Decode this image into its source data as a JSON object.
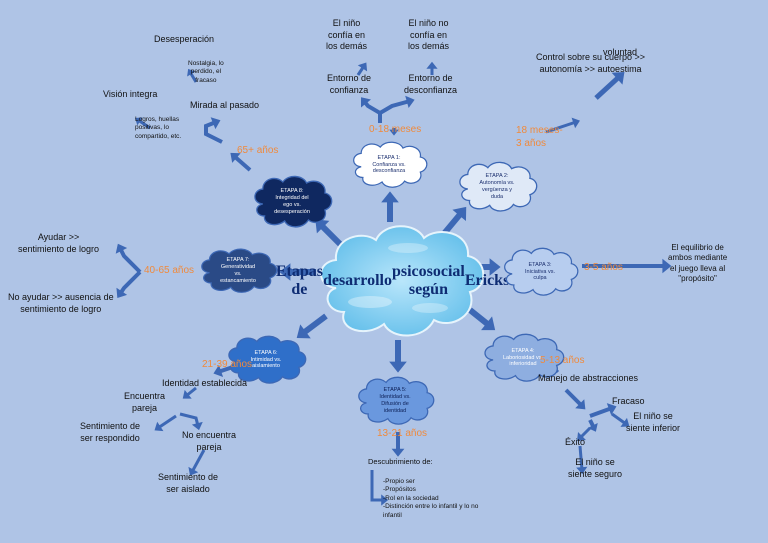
{
  "central": {
    "lines": [
      "Etapas de",
      "desarrollo",
      "psicosocial según",
      "Erickson"
    ]
  },
  "stages": [
    {
      "title": "ETAPA 1:",
      "lines": [
        "Confianza vs.",
        "desconfianza"
      ],
      "age": "0-18 meses",
      "fill": "#ffffff",
      "text_color": "#1b2f6e"
    },
    {
      "title": "ETAPA 2:",
      "lines": [
        "Autonomía vs.",
        "vergüenza y",
        "duda"
      ],
      "age": "18 meses-3 años",
      "fill": "#dfe9f7",
      "text_color": "#1b2f6e"
    },
    {
      "title": "ETAPA 3:",
      "lines": [
        "Iniciativa vs.",
        "culpa"
      ],
      "age": "3-5 años",
      "fill": "#b7cdef",
      "text_color": "#1b2f6e"
    },
    {
      "title": "ETAPA 4:",
      "lines": [
        "Laboriosidad vs.",
        "inferioridad"
      ],
      "age": "5-13 años",
      "fill": "#8eaee0",
      "text_color": "#ffffff"
    },
    {
      "title": "ETAPA 5:",
      "lines": [
        "Identidad vs.",
        "Difusión de",
        "identidad"
      ],
      "age": "13-21 años",
      "fill": "#6a98de",
      "text_color": "#0c1e55"
    },
    {
      "title": "ETAPA 6:",
      "lines": [
        "Intimidad vs.",
        "aislamiento"
      ],
      "age": "21-39 años",
      "fill": "#2f6fc9",
      "text_color": "#ffffff"
    },
    {
      "title": "ETAPA 7:",
      "lines": [
        "Generatividad",
        "vs.",
        "estancamiento"
      ],
      "age": "40-65 años",
      "fill": "#2a4a86",
      "text_color": "#ffffff"
    },
    {
      "title": "ETAPA 8:",
      "lines": [
        "Integridad del",
        "ego vs.",
        "desesperación"
      ],
      "age": "65+ años",
      "fill": "#0f2860",
      "text_color": "#ffffff"
    }
  ],
  "details": {
    "s1_trust": "El niño\nconfía en\nlos demás",
    "s1_distrust": "El niño no\nconfía en\nlos demás",
    "s1_env_trust": "Entorno de\nconfianza",
    "s1_env_distrust": "Entorno de\ndesconfianza",
    "s2_control": "Control sobre su cuerpo >>\nautonomía >> autoestima",
    "s2_will": "voluntad",
    "s3_play": "El equilibrio de\nambos mediante\nel juego lleva al\n\"propósito\"",
    "s4_abstract": "Manejo de abstracciones",
    "s4_failure": "Fracaso",
    "s4_inferior": "El niño se\nsiente inferior",
    "s4_success": "Éxito",
    "s4_secure": "El niño se\nsiente seguro",
    "s5_discovery": "Descubrimiento de:",
    "s5_list": "-Propio ser\n-Propósitos\n-Rol en la sociedad\n-Distinción entre lo infantil y lo no\ninfantil",
    "s6_identity": "Identidad establecida",
    "s6_partner": "Encuentra\npareja",
    "s6_responded": "Sentimiento de\nser respondido",
    "s6_no_partner": "No encuentra\npareja",
    "s6_isolated": "Sentimiento de\nser aislado",
    "s7_help": "Ayudar >>\nsentimiento de logro",
    "s7_no_help": "No ayudar >> ausencia de\nsentimiento de logro",
    "s8_despair": "Desesperación",
    "s8_nostalgia": "Nostalgia, lo\nperdido, el\nfracaso",
    "s8_integral": "Visión integra",
    "s8_past": "Mirada al pasado",
    "s8_achievements": "Logros, huellas\npositivas, lo\ncompartido, etc."
  },
  "colors": {
    "background": "#afc4e6",
    "arrow": "#3d68b5",
    "age": "#f08a3c",
    "central_title": "#0e2c73"
  }
}
